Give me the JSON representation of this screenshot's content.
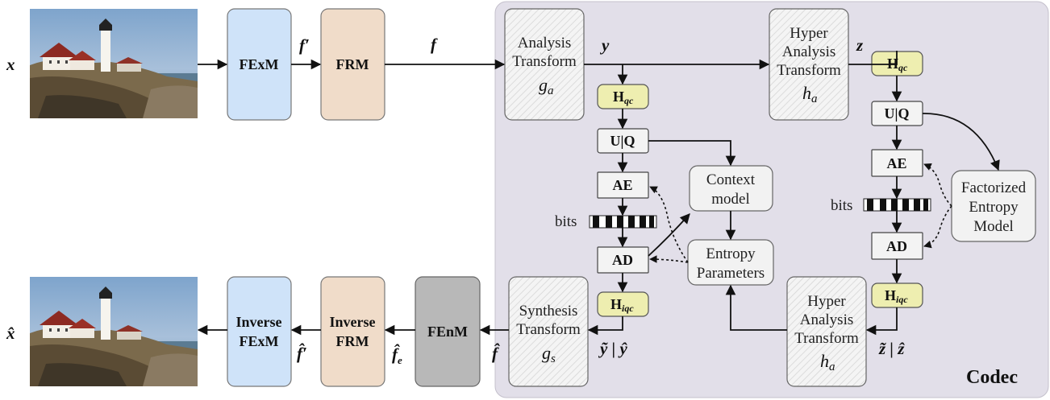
{
  "variables": {
    "x": "x",
    "x_hat": "x̂",
    "f_prime": "f′",
    "f": "f",
    "y": "y",
    "z": "z",
    "f_prime_hat": "f̂′",
    "f_e_hat": "f̂",
    "f_e_sub": "e",
    "f_hat": "f̂",
    "y_tilde_hat": "ỹ | ŷ",
    "z_tilde_hat": "z̃ | ẑ"
  },
  "blocks": {
    "fexm": "FExM",
    "frm": "FRM",
    "inverse_fexm": [
      "Inverse",
      "FExM"
    ],
    "inverse_frm": [
      "Inverse",
      "FRM"
    ],
    "fenm": "FEnM",
    "analysis": [
      "Analysis",
      "Transform",
      "g",
      "a"
    ],
    "hyper_analysis": [
      "Hyper",
      "Analysis",
      "Transform",
      "h",
      "a"
    ],
    "synthesis": [
      "Synthesis",
      "Transform",
      "g",
      "s"
    ],
    "hyper_synthesis": [
      "Hyper",
      "Analysis",
      "Transform",
      "h",
      "a"
    ],
    "context_model": [
      "Context",
      "model"
    ],
    "entropy_parameters": [
      "Entropy",
      "Parameters"
    ],
    "factorized": [
      "Factorized",
      "Entropy",
      "Model"
    ],
    "hqc": [
      "H",
      "qc"
    ],
    "hiqc": [
      "H",
      "iqc"
    ],
    "uq": "U|Q",
    "ae": "AE",
    "ad": "AD",
    "bits": "bits"
  },
  "codec_label": "Codec",
  "colors": {
    "codec_bg": "#e2dfe9",
    "fexm": "#cfe3f9",
    "frm": "#f0dcc9",
    "fenm": "#b8b8b8",
    "hqc": "#eeeeb0"
  },
  "icons": {
    "input_image": "lighthouse-photo",
    "output_image": "lighthouse-photo"
  }
}
